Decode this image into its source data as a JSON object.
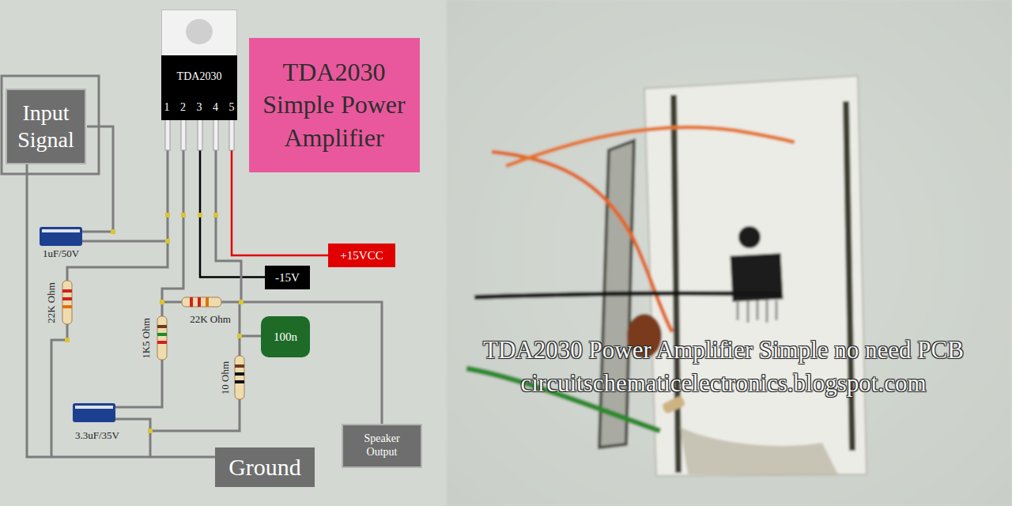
{
  "diagram": {
    "nodes": [
      {
        "text": [
          "Input Signal"
        ]
      },
      {
        "text": [
          "TDA2030",
          "1 2 3 4 5"
        ]
      },
      {
        "text": [
          "TDA2030 Simple Power Amplifier"
        ]
      },
      {
        "text": [
          "+15VCC"
        ]
      },
      {
        "text": [
          "-15V"
        ]
      },
      {
        "text": [
          "100n"
        ]
      },
      {
        "text": [
          "Speaker Output"
        ]
      },
      {
        "text": [
          "Ground"
        ]
      }
    ],
    "edges": [
      {
        "from": 1,
        "to": 3,
        "arrow": "none"
      },
      {
        "from": 1,
        "to": 4,
        "arrow": "none"
      },
      {
        "from": 1,
        "to": 6,
        "arrow": "none"
      },
      {
        "from": 0,
        "to": 7,
        "arrow": "none"
      }
    ],
    "labels": [
      "1uF/50V",
      "22K Ohm",
      "1K5 Ohm",
      "22K Ohm",
      "10 Ohm",
      "3.3uF/35V",
      "TDA2030 Power Amplifier Simple no need PCB",
      "circuitschematicelectronics.blogspot.com"
    ]
  }
}
